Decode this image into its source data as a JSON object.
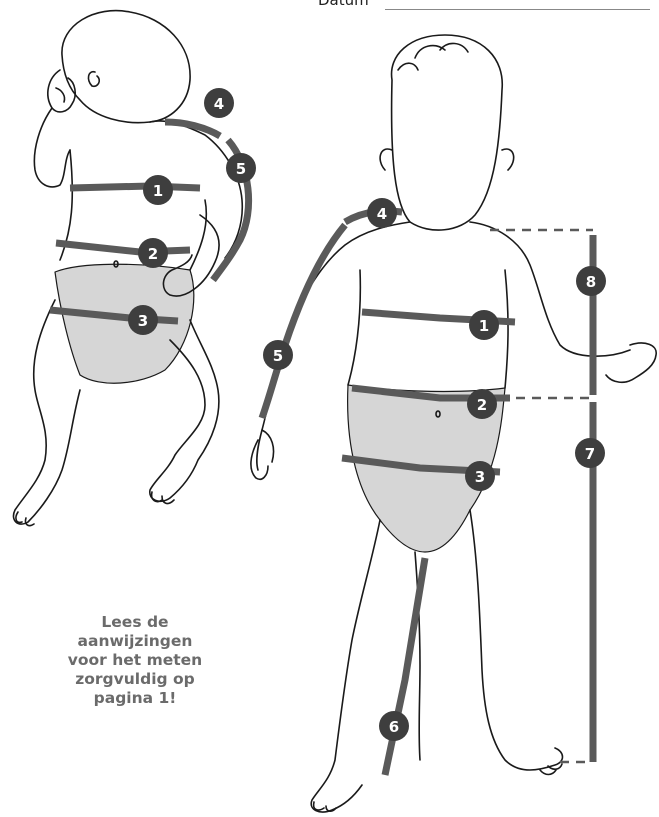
{
  "header": {
    "date_label": "Datum"
  },
  "note": {
    "lines": [
      "Lees de",
      "aanwijzingen",
      "voor het meten",
      "zorgvuldig op",
      "pagina 1!"
    ]
  },
  "markers": {
    "lying": {
      "m1": "1",
      "m2": "2",
      "m3": "3",
      "m4": "4",
      "m5": "5"
    },
    "standing": {
      "m1": "1",
      "m2": "2",
      "m3": "3",
      "m4": "4",
      "m5": "5",
      "m6": "6",
      "m7": "7",
      "m8": "8"
    }
  },
  "colors": {
    "tape": "#5a5a5a",
    "outline": "#1a1a1a",
    "diaper": "#d6d6d6",
    "note_text": "#6b6b6b"
  }
}
